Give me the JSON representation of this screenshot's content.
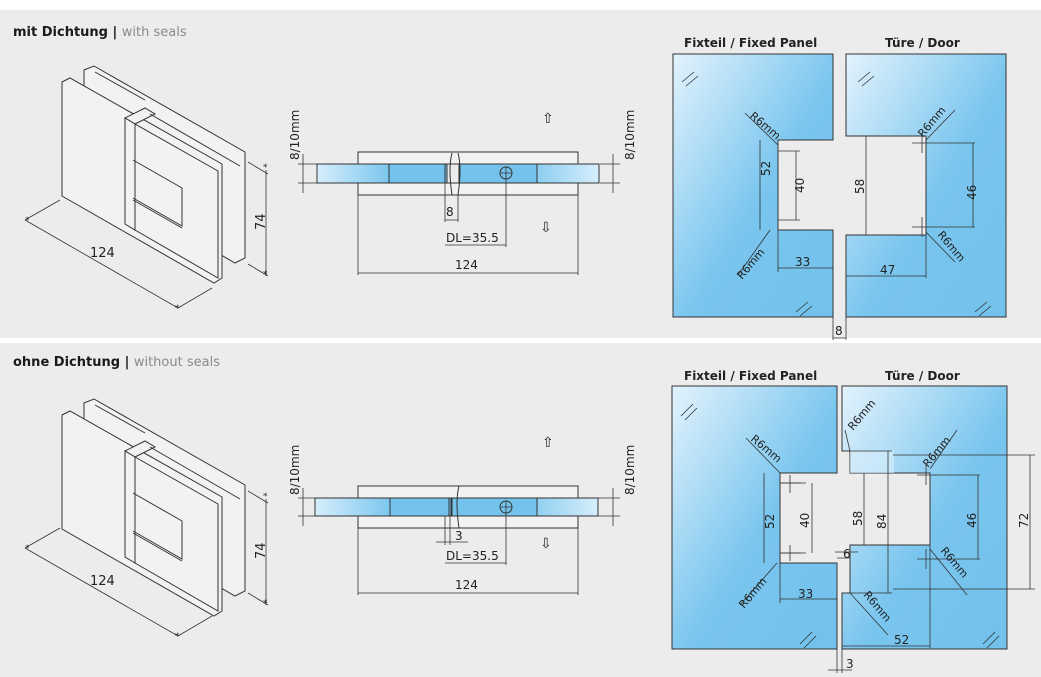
{
  "sections": [
    {
      "title_de": "mit Dichtung",
      "separator": "|",
      "title_en": "with seals",
      "iso": {
        "width": "124",
        "height": "74"
      },
      "plan": {
        "glass_thickness": "8/10mm",
        "gap": "8",
        "axis_offset": "DL=35.5",
        "overall_length": "124"
      },
      "cutouts": {
        "fixed_panel_label": "Fixteil / Fixed Panel",
        "door_label": "Türe / Door",
        "fixed": {
          "height": "52",
          "hole_spacing": "40",
          "depth": "33",
          "radius_top": "R6mm",
          "radius_bottom": "R6mm"
        },
        "door": {
          "height": "58",
          "hole_spacing": "46",
          "depth": "47",
          "radius_top": "R6mm",
          "radius_bottom": "R6mm"
        },
        "gap": "8"
      }
    },
    {
      "title_de": "ohne Dichtung",
      "separator": "|",
      "title_en": "without seals",
      "iso": {
        "width": "124",
        "height": "74"
      },
      "plan": {
        "glass_thickness": "8/10mm",
        "gap": "3",
        "axis_offset": "DL=35.5",
        "overall_length": "124"
      },
      "cutouts": {
        "fixed_panel_label": "Fixteil / Fixed Panel",
        "door_label": "Türe / Door",
        "fixed": {
          "height": "52",
          "hole_spacing": "40",
          "depth": "33",
          "radius_top": "R6mm",
          "radius_bottom": "R6mm"
        },
        "door": {
          "height": "58",
          "outer_height": "84",
          "hole_spacing": "46",
          "overall": "72",
          "notch": "6",
          "depth": "52",
          "radius_top_left": "R6mm",
          "radius_top": "R6mm",
          "radius_bottom": "R6mm",
          "radius_bottom_left": "R6mm"
        },
        "gap": "3"
      }
    }
  ],
  "colors": {
    "background": "#ececec",
    "glass_light": "#d9eefb",
    "glass_dark": "#74c3ec",
    "line": "#333333"
  }
}
